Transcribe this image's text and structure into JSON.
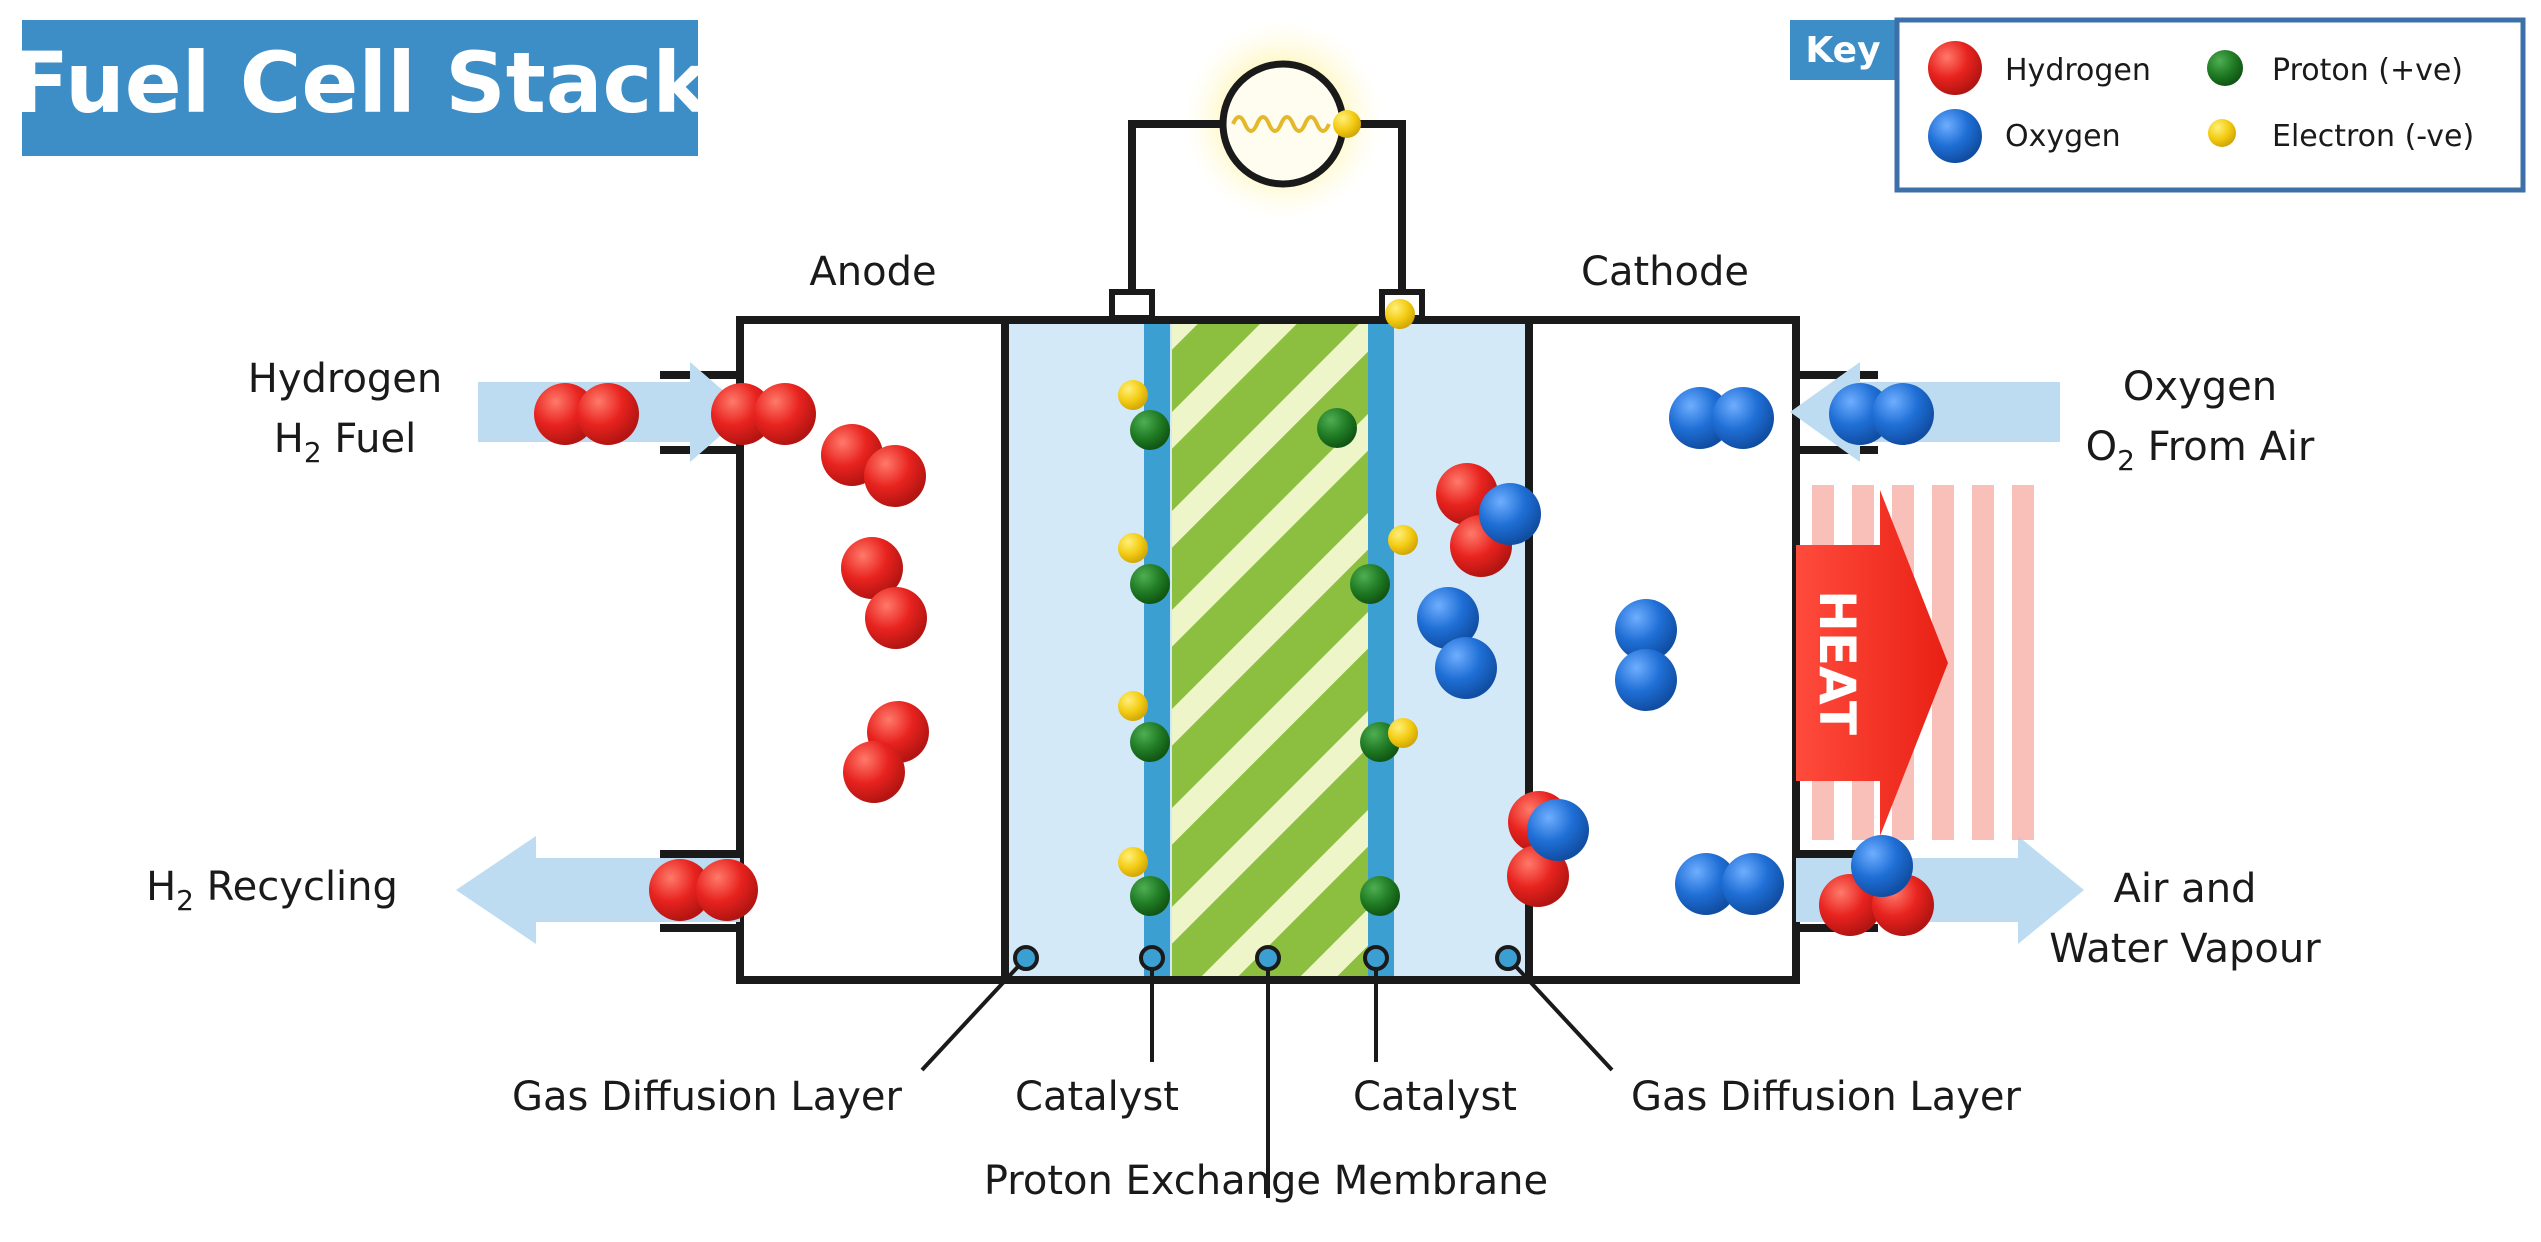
{
  "title": "Fuel Cell Stack",
  "key": {
    "heading": "Key",
    "items": [
      {
        "label": "Hydrogen",
        "color": "#e8231f"
      },
      {
        "label": "Oxygen",
        "color": "#1f6fd6"
      },
      {
        "label": "Proton (+ve)",
        "color": "#1f7a23"
      },
      {
        "label": "Electron (-ve)",
        "color": "#f3cb12"
      }
    ]
  },
  "labels": {
    "anode": "Anode",
    "cathode": "Cathode",
    "hydrogen_in_line1": "Hydrogen",
    "hydrogen_in_line2_prefix": "H",
    "hydrogen_in_line2_sub": "2",
    "hydrogen_in_line2_suffix": " Fuel",
    "recycling_prefix": "H",
    "recycling_sub": "2",
    "recycling_suffix": " Recycling",
    "oxygen_in_line1": "Oxygen",
    "oxygen_in_line2_prefix": "O",
    "oxygen_in_line2_sub": "2",
    "oxygen_in_line2_suffix": " From Air",
    "exhaust_line1": "Air and",
    "exhaust_line2": "Water Vapour",
    "heat": "HEAT",
    "gdl_left": "Gas Diffusion Layer",
    "catalyst_left": "Catalyst",
    "catalyst_right": "Catalyst",
    "gdl_right": "Gas Diffusion Layer",
    "membrane": "Proton Exchange Membrane"
  },
  "colors": {
    "title_bg": "#3d8ec6",
    "outline": "#1a1a1a",
    "gdl_fill": "#d3e9f7",
    "catalyst": "#3b9fd1",
    "membrane_dark": "#8cbf3f",
    "membrane_light": "#eef6c9",
    "flow_arrow": "#bddcf1",
    "heat": "#f03a2e",
    "key_border": "#3d6fa8"
  }
}
